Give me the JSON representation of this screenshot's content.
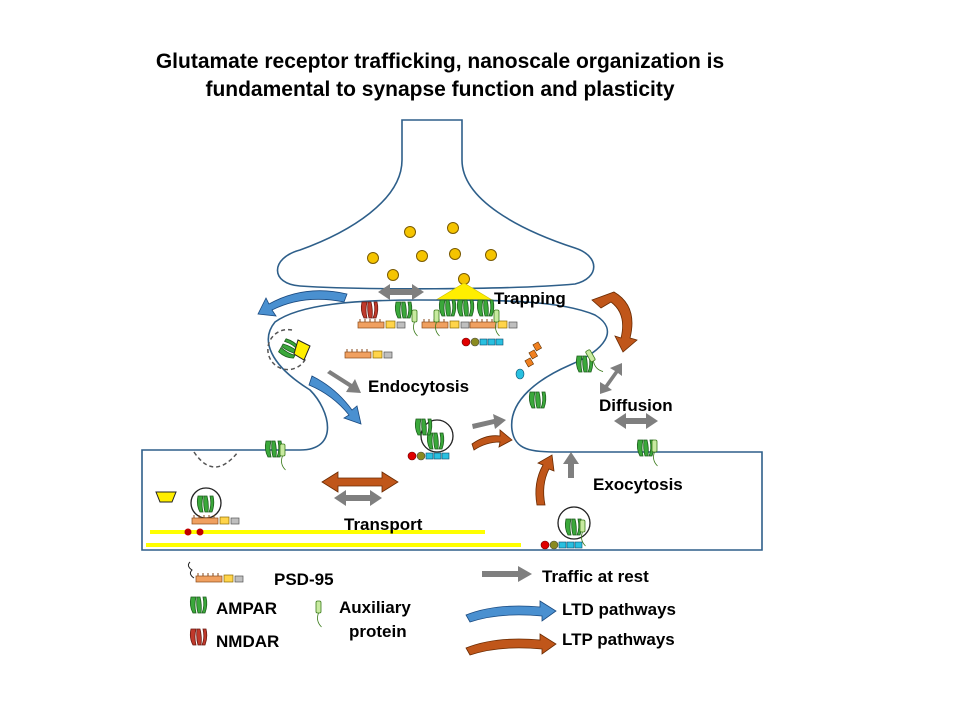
{
  "title": {
    "line1": "Glutamate receptor trafficking, nanoscale organization is",
    "line2": "fundamental to synapse function and plasticity"
  },
  "labels": {
    "trapping": "Trapping",
    "endocytosis": "Endocytosis",
    "diffusion": "Diffusion",
    "exocytosis": "Exocytosis",
    "transport": "Transport"
  },
  "legend": {
    "psd95": "PSD-95",
    "ampar": "AMPAR",
    "nmdar": "NMDAR",
    "auxiliary_line1": "Auxiliary",
    "auxiliary_line2": "protein",
    "traffic_rest": "Traffic at rest",
    "ltd": "LTD pathways",
    "ltp": "LTP pathways"
  },
  "colors": {
    "membrane": "#2e5f8a",
    "vesicle": "#f5c400",
    "ampar": "#3aa83a",
    "nmdar": "#c0392b",
    "psd95": "#f0a060",
    "auxiliary": "#a6d96a",
    "rest_arrow": "#7f7f7f",
    "ltd_arrow": "#4a90d0",
    "ltp_arrow": "#c0561a",
    "actin": "#ffff00"
  }
}
